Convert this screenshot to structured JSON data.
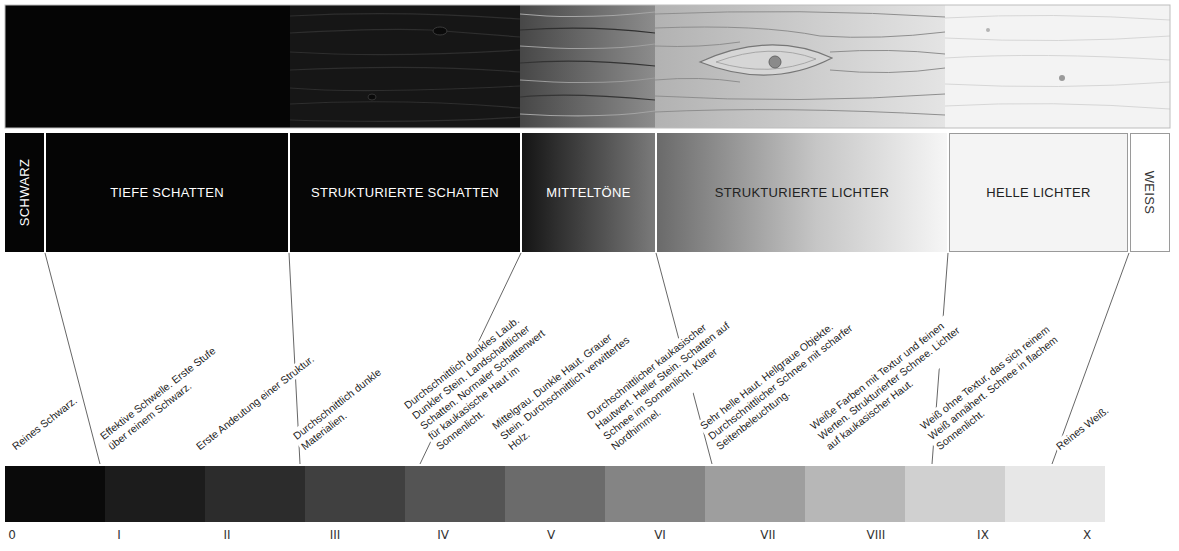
{
  "diagram": {
    "nodes": [
      {
        "text": [
          "SCHWARZ"
        ]
      },
      {
        "text": [
          "TIEFE SCHATTEN"
        ]
      },
      {
        "text": [
          "STRUKTURIERTE SCHATTEN"
        ]
      },
      {
        "text": [
          "MITTELTÖNE"
        ]
      },
      {
        "text": [
          "STRUKTURIERTE LICHTER"
        ]
      },
      {
        "text": [
          "HELLE LICHTER"
        ]
      },
      {
        "text": [
          "WEISS"
        ]
      }
    ],
    "labels": [
      "Reines Schwarz.",
      "Effektive Schwelle. Erste Stufe über reinem Schwarz.",
      "Erste Andeutung einer Struktur.",
      "Durchschnittlich dunkle Materialien.",
      "Durchschnittlich dunkles Laub. Dunkler Stein. Landschaftlicher Schatten. Normaler Schattenwert für kaukasische Haut im Sonnenlicht.",
      "Mittelgrau. Dunkle Haut. Grauer Stein. Durchschnittlich verwittertes Holz.",
      "Durchschnittlicher kaukasischer Hautwert. Heller Stein. Schatten auf Schnee im Sonnenlicht. Klarer Nordhimmel.",
      "Sehr helle Haut. Hellgraue Objekte. Durchschnittlicher Schnee mit scharfer Seitenbeleuchtung.",
      "Weiße Farben mit Textur und feinen Werten. Strukturierter Schnee. Lichter auf kaukasischer Haut.",
      "Weiß ohne Textur, das sich reinem Weiß annähert. Schnee in flachem Sonnenlicht.",
      "Reines Weiß.",
      "0",
      "I",
      "II",
      "III",
      "IV",
      "V",
      "VI",
      "VII",
      "VIII",
      "IX",
      "X"
    ]
  }
}
